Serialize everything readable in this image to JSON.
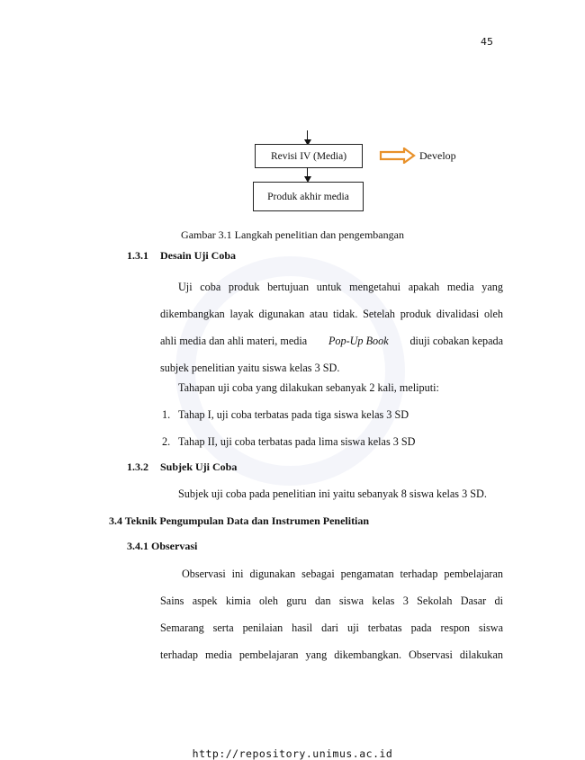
{
  "page_number": "45",
  "diagram": {
    "box_revisi": "Revisi IV (Media)",
    "box_produk": "Produk akhir media",
    "develop_label": "Develop",
    "caption": "Gambar 3.1 Langkah penelitian dan pengembangan"
  },
  "sections": {
    "s131_number": "1.3.1",
    "s131_title": "Desain Uji Coba",
    "s131_para_lines": [
      "Uji coba produk bertujuan untuk mengetahui apakah media yang",
      "dikembangkan layak digunakan atau tidak. Setelah produk divalidasi oleh",
      "ahli media dan ahli materi, media",
      "Pop-Up Book",
      "diuji cobakan kepada",
      "subjek penelitian yaitu siswa kelas 3 SD."
    ],
    "s131_intro": "Tahapan uji coba yang dilakukan sebanyak 2 kali, meliputi:",
    "list": [
      {
        "num": "1.",
        "text": "Tahap I, uji coba terbatas pada tiga siswa kelas 3 SD"
      },
      {
        "num": "2.",
        "text": "Tahap II, uji coba terbatas pada lima siswa kelas 3 SD"
      }
    ],
    "s132_number": "1.3.2",
    "s132_title": "Subjek Uji Coba",
    "s132_para": "Subjek uji coba pada penelitian ini yaitu sebanyak 8 siswa kelas 3 SD.",
    "s34_title": "3.4 Teknik Pengumpulan Data dan Instrumen Penelitian",
    "s341_title": "3.4.1 Observasi",
    "s341_para_lines": [
      "Observasi ini digunakan sebagai pengamatan terhadap pembelajaran",
      "Sains aspek kimia oleh guru dan siswa kelas 3 Sekolah Dasar di",
      "Semarang serta penilaian hasil dari uji terbatas pada respon siswa",
      "terhadap media pembelajaran yang dikembangkan. Observasi dilakukan"
    ]
  },
  "footer_url": "http://repository.unimus.ac.id"
}
